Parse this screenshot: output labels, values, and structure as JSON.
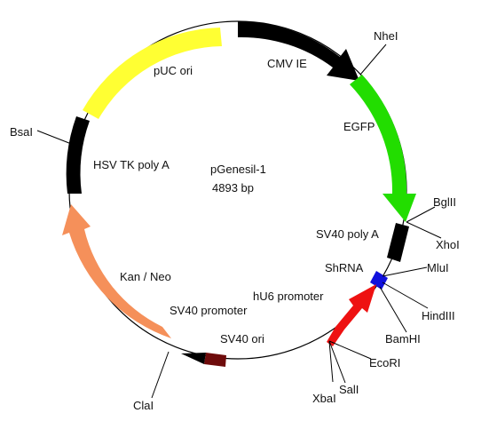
{
  "plasmid": {
    "name": "pGenesil-1",
    "size": "4893 bp"
  },
  "features": [
    {
      "label": "CMV IE",
      "color": "#000000"
    },
    {
      "label": "EGFP",
      "color": "#22dd00"
    },
    {
      "label": "SV40 poly A",
      "color": "#000000"
    },
    {
      "label": "ShRNA",
      "color": "#1010dd"
    },
    {
      "label": "hU6 promoter",
      "color": "#ee1111"
    },
    {
      "label": "SV40 ori",
      "color": "#6e0b0b"
    },
    {
      "label": "SV40 promoter",
      "color": "#000000"
    },
    {
      "label": "Kan / Neo",
      "color": "#f5905a"
    },
    {
      "label": "HSV TK poly A",
      "color": "#000000"
    },
    {
      "label": "pUC ori",
      "color": "#ffff33"
    }
  ],
  "sites": [
    "NheI",
    "BglII",
    "XhoI",
    "MluI",
    "HindIII",
    "BamHI",
    "EcoRI",
    "SalI",
    "XbaI",
    "ClaI",
    "BsaI"
  ]
}
